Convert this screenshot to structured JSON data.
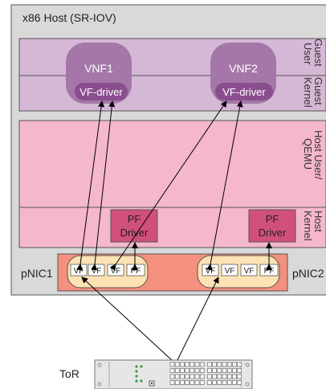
{
  "host_title": "x86 Host (SR-IOV)",
  "layers": {
    "guest_user": "User",
    "guest_kernel": "Kernel",
    "guest_label_1": "Guest",
    "guest_label_2": "Guest",
    "host_user_1": "Host User/",
    "host_user_2": "QEMU",
    "host_kernel_1": "Host",
    "host_kernel_2": "Kernel"
  },
  "vnfs": [
    {
      "name": "VNF1",
      "driver": "VF-driver"
    },
    {
      "name": "VNF2",
      "driver": "VF-driver"
    }
  ],
  "pf_drivers": [
    {
      "line1": "PF",
      "line2": "Driver"
    },
    {
      "line1": "PF",
      "line2": "Driver"
    }
  ],
  "pnics": [
    {
      "label": "pNIC1",
      "ports": [
        "VF",
        "VF",
        "VF",
        "PF"
      ]
    },
    {
      "label": "pNIC2",
      "ports": [
        "VF",
        "VF",
        "VF",
        "PF"
      ]
    }
  ],
  "tor_label": "ToR",
  "colors": {
    "host_bg": "#d9d9d9",
    "guest_band": "#d5b8d6",
    "host_band": "#f5b7cc",
    "vnf_fill": "#a477a8",
    "vf_driver_fill": "#8a4e8f",
    "pf_driver_fill": "#d1507a",
    "nic_strip": "#f4907e",
    "nic_oval": "#fde2b3"
  }
}
